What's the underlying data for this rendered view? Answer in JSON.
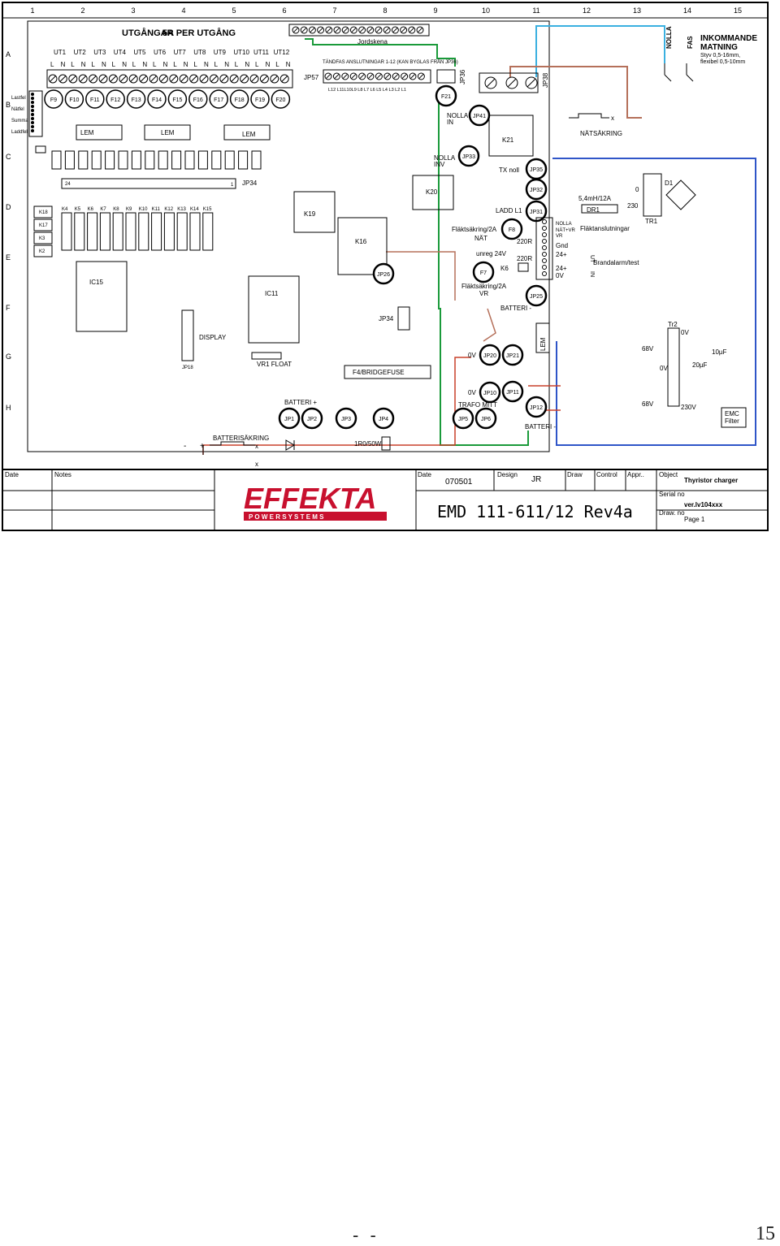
{
  "grid": {
    "columns": [
      "1",
      "2",
      "3",
      "4",
      "5",
      "6",
      "7",
      "8",
      "9",
      "10",
      "11",
      "12",
      "13",
      "14",
      "15"
    ],
    "rows": [
      "A",
      "B",
      "C",
      "D",
      "E",
      "F",
      "G",
      "H"
    ]
  },
  "headings": {
    "outputs": "UTGÅNGAR",
    "per_output": "5A  PER UTGÅNG",
    "busbar": "Jordskena",
    "ignition": "TÄNDFAS ANSLUTNINGAR 1-12 (KAN BYGLAS FRÅN JP36)",
    "incoming_title": "INKOMMANDE",
    "incoming_sub": "MATNING",
    "incoming_note1": "Styv 0,5-16mm,",
    "incoming_note2": "flexibel 0,5-10mm",
    "nolla": "NOLLA",
    "fas": "FAS"
  },
  "outputs": [
    "UT1",
    "UT2",
    "UT3",
    "UT4",
    "UT5",
    "UT6",
    "UT7",
    "UT8",
    "UT9",
    "UT10",
    "UT11",
    "UT12"
  ],
  "ln_labels": [
    "L",
    "N",
    "L",
    "N",
    "L",
    "N",
    "L",
    "N",
    "L",
    "N",
    "L",
    "N",
    "L",
    "N",
    "L",
    "N",
    "L",
    "N",
    "L",
    "N",
    "L",
    "N",
    "L",
    "N"
  ],
  "ignition_taps": "L12 L11L10L9  L8  L7  L6  L5  L4  L3  L2  L1",
  "fuses": [
    "F9",
    "F10",
    "F11",
    "F12",
    "F13",
    "F14",
    "F15",
    "F16",
    "F17",
    "F18",
    "F19",
    "F20"
  ],
  "led_labels": [
    "Lastfel",
    "Nätfel",
    "Summa",
    "Laddfel"
  ],
  "lem": [
    "LEM",
    "LEM",
    "LEM"
  ],
  "relays_row": [
    "K4",
    "K5",
    "K6",
    "K7",
    "K8",
    "K9",
    "K10",
    "K11",
    "K12",
    "K13",
    "K14",
    "K15"
  ],
  "relays_side": [
    "K18",
    "K17",
    "K3",
    "K2"
  ],
  "components": {
    "jp57": "JP57",
    "jp36": "JP36",
    "jp38": "JP38",
    "f21": "F21",
    "jp41": "JP41",
    "nolla_in": "NOLLA",
    "in": "IN",
    "k21": "K21",
    "natsakring": "NÄTSÄKRING",
    "nolla_inv": "NOLLA",
    "inv": "INV",
    "jp33": "JP33",
    "tx_noll": "TX noll",
    "jp35": "JP35",
    "k20": "K20",
    "jp32": "JP32",
    "ladd_l1": "LADD L1",
    "jp31": "JP31",
    "k19": "K19",
    "k16": "K16",
    "jp26": "JP26",
    "jp34a": "JP34",
    "jp34b": "JP34",
    "ic15": "IC15",
    "ic11": "IC11",
    "display": "DISPLAY",
    "jp18": "JP18",
    "vr1": "VR1 FLOAT",
    "f4": "F4/BRIDGEFUSE",
    "pin24": "24",
    "pin1": "1",
    "fan_nat": "Fläktsäkring/2A",
    "nat": "NÄT",
    "f8": "F8",
    "r220a": "220R",
    "r220b": "220R",
    "unreg": "unreg 24V",
    "k6": "K6",
    "f7": "F7",
    "fan_vr": "Fläktsäkring/2A",
    "vr": "VR",
    "jp25": "JP25",
    "batteri_minus": "BATTERI -",
    "lem_v": "LEM",
    "v0a": "0V",
    "jp20": "JP20",
    "jp21": "JP21",
    "v0b": "0V",
    "jp10": "JP10",
    "jp11": "JP11",
    "trafo": "TRAFO MITT",
    "jp5": "JP5",
    "jp6": "JP6",
    "jp12": "JP12",
    "batteri_minus2": "BATTERI -",
    "batteri_plus": "BATTERI +",
    "jp1": "JP1",
    "jp2": "JP2",
    "jp3": "JP3",
    "jp4": "JP4",
    "batt_fuse": "BATTERISÄKRING",
    "minus": "-",
    "plus": "+",
    "x1": "x",
    "x2": "x",
    "r1": "1R0/50W",
    "dr": "5,4mH/12A",
    "dr1": "DR1",
    "v0c": "0",
    "v230": "230",
    "tr1": "TR1",
    "d1": "D1",
    "term_nolla": "NOLLA",
    "term_natvr": "NÄT+VR",
    "term_vr": "VR",
    "fan_conn": "Fläktanslutningar",
    "gnd": "Gnd",
    "p24a": "24+",
    "p24b": "24+",
    "v0d": "0V",
    "ut": "UT",
    "in2": "IN",
    "fire": "Brandalarm/test",
    "tr2": "Tr2",
    "v0e": "0V",
    "v68a": "68V",
    "v0f": "0V",
    "c20": "20µF",
    "c10": "10µF",
    "v68b": "68V",
    "v230b": "230V",
    "emc1": "EMC",
    "emc2": "Filter",
    "natx": "x"
  },
  "title_block": {
    "date_label": "Date",
    "notes_label": "Notes",
    "date2_label": "Date",
    "date_value": "070501",
    "design_label": "Design",
    "designer": "JR",
    "draw_label": "Draw",
    "control_label": "Control",
    "appr_label": "Appr..",
    "object_label": "Object",
    "object_value": "Thyristor charger",
    "serial_label": "Serial  no",
    "serial_value": "ver.lv104xxx",
    "drawno_label": "Draw. no",
    "page": "Page 1",
    "doc_title": "EMD 111-611/12 Rev4a",
    "logo_text": "EFFEKTA",
    "logo_sub": "P O W E R   S Y S T E M S"
  },
  "footer": {
    "dash": "- -",
    "page_number": "15"
  },
  "colors": {
    "green": "#1a9a3a",
    "blue": "#2f55c8",
    "cyan": "#3ab0e0",
    "brown": "#b5705a",
    "red": "#c8402a",
    "logo": "#c8102e"
  }
}
